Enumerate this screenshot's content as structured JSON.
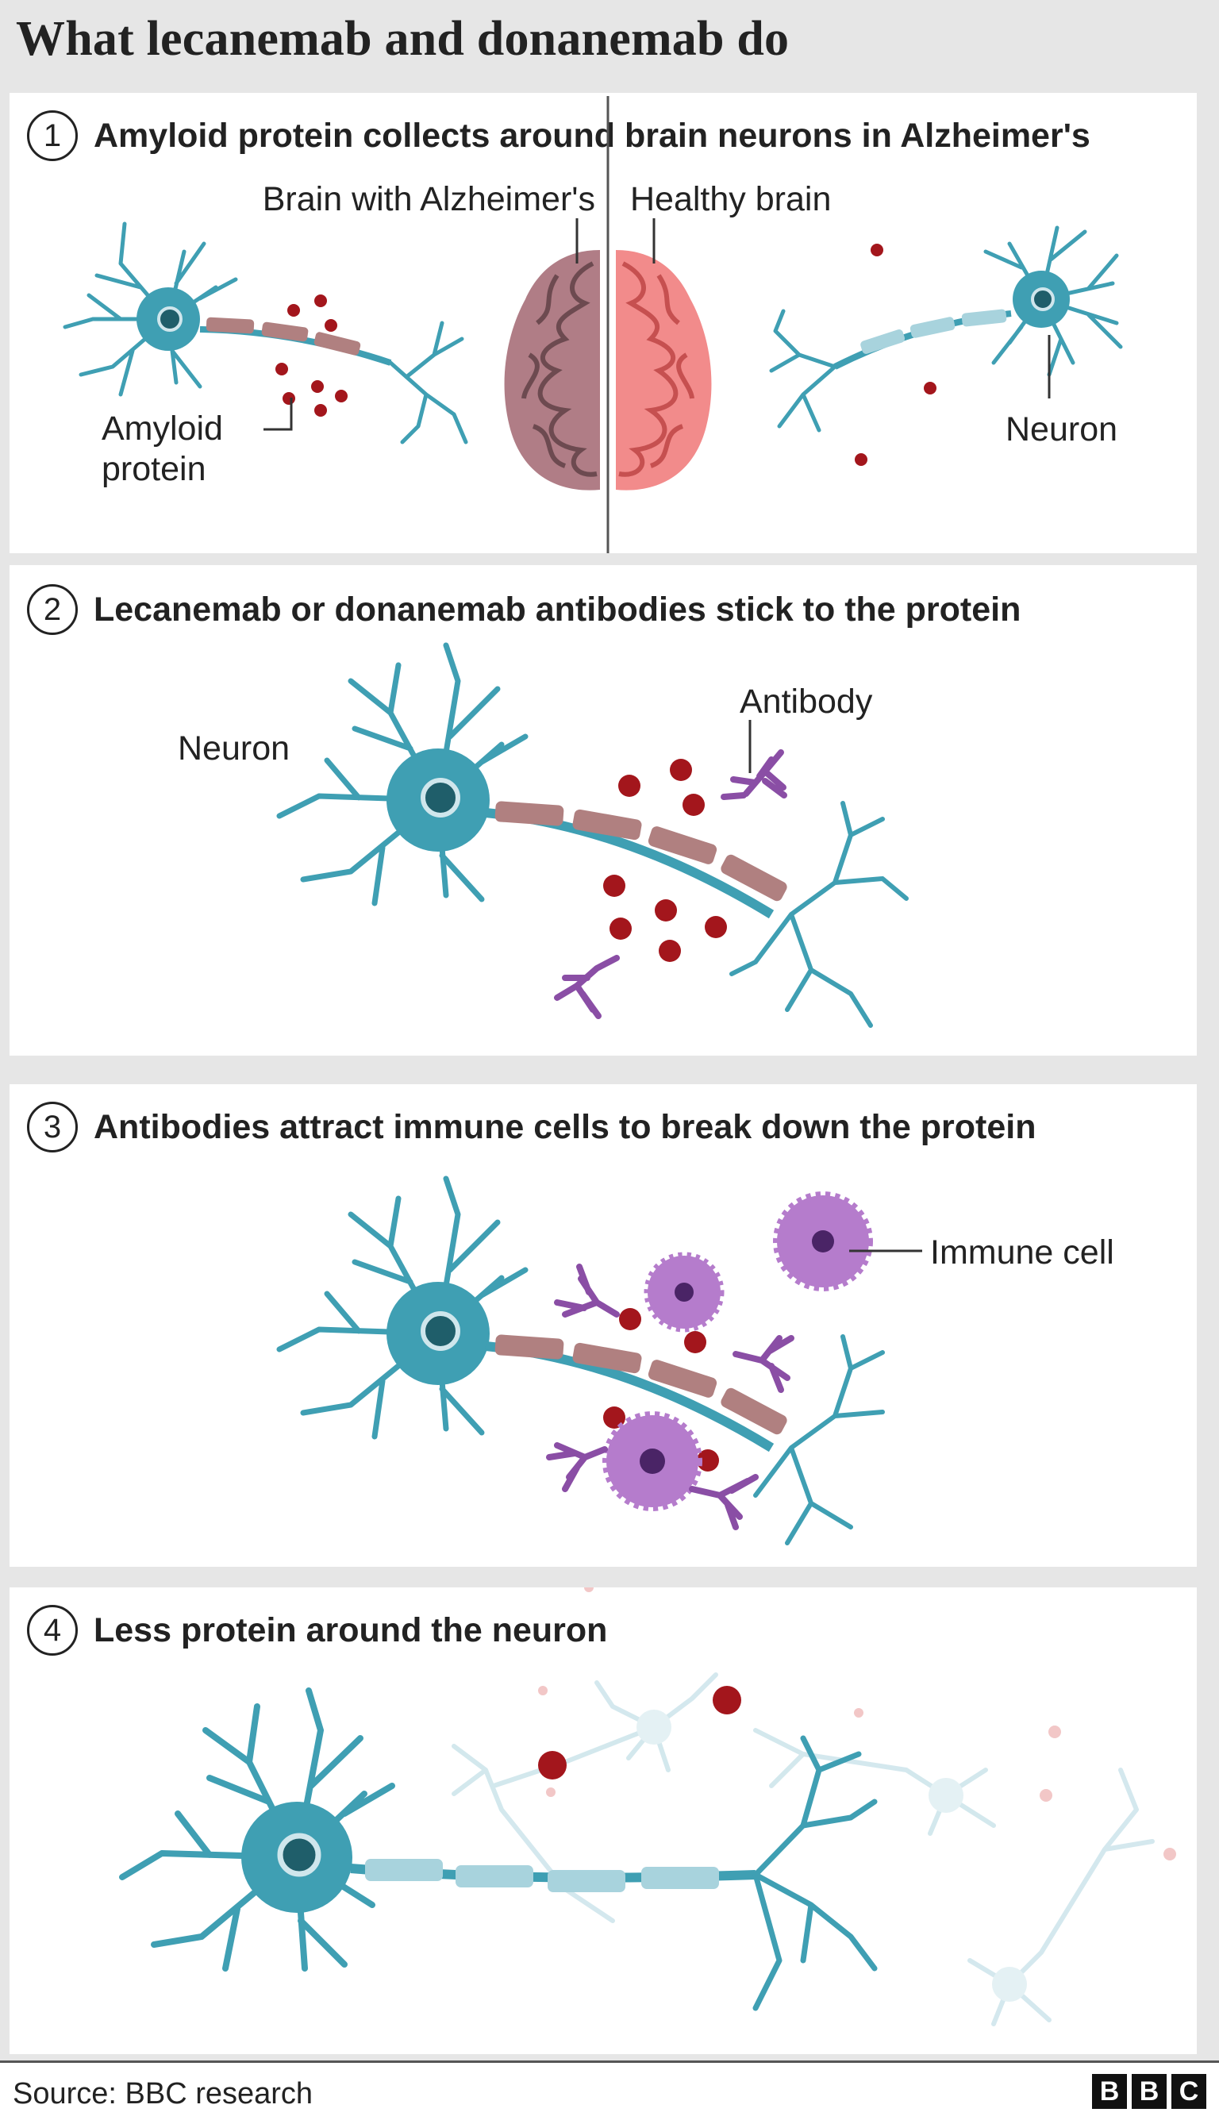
{
  "title": "What lecanemab and donanemab do",
  "colors": {
    "neuron": "#3f9fb3",
    "neuron_faded": "#cfe6ec",
    "axon_diseased": "#b08080",
    "axon_healthy": "#a8d3dd",
    "amyloid": "#a3161c",
    "antibody": "#8a4ea5",
    "immune_cell": "#b57ccc",
    "brain_diseased": "#b07d86",
    "brain_healthy": "#f28b8b"
  },
  "panels": [
    {
      "number": "1",
      "heading": "Amyloid protein collects around brain neurons in Alzheimer's",
      "labels": {
        "diseased": "Brain with Alzheimer's",
        "healthy": "Healthy brain",
        "amyloid_line1": "Amyloid",
        "amyloid_line2": "protein",
        "neuron": "Neuron"
      }
    },
    {
      "number": "2",
      "heading": "Lecanemab or donanemab antibodies stick to the protein",
      "labels": {
        "neuron": "Neuron",
        "antibody": "Antibody"
      }
    },
    {
      "number": "3",
      "heading": "Antibodies attract immune cells to break down the protein",
      "labels": {
        "immune": "Immune cell"
      }
    },
    {
      "number": "4",
      "heading": "Less protein around the neuron"
    }
  ],
  "footer": {
    "source": "Source: BBC research",
    "logo": [
      "B",
      "B",
      "C"
    ]
  }
}
